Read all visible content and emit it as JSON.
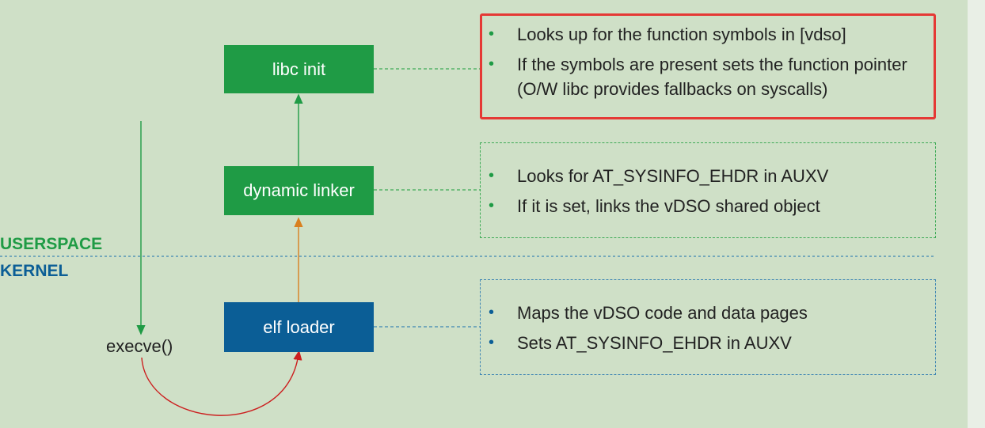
{
  "boxes": {
    "libc_init": "libc init",
    "dynamic_linker": "dynamic linker",
    "elf_loader": "elf loader"
  },
  "labels": {
    "userspace": "USERSPACE",
    "kernel": "KERNEL",
    "execve": "execve()"
  },
  "callouts": {
    "libc": [
      "Looks up for the function symbols in [vdso]",
      "If the symbols are present sets the function pointer (O/W libc provides fallbacks on syscalls)"
    ],
    "linker": [
      "Looks for  AT_SYSINFO_EHDR  in AUXV",
      "If it is set, links the vDSO shared object"
    ],
    "loader": [
      "Maps the vDSO code and data pages",
      "Sets AT_SYSINFO_EHDR  in AUXV"
    ]
  },
  "colors": {
    "background": "#cfe0c7",
    "userspace_green": "#1f9b45",
    "kernel_blue": "#0b5e96",
    "highlight_red": "#e53935",
    "arrow_orange": "#d9801f"
  }
}
